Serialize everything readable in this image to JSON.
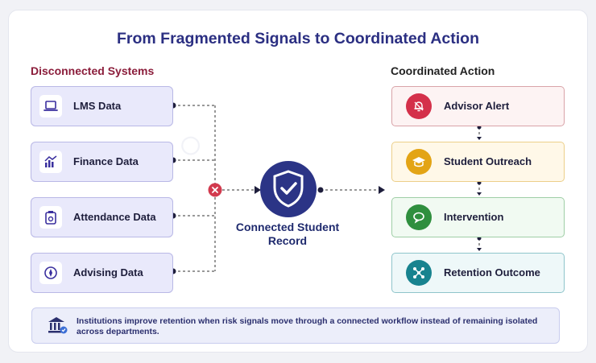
{
  "title": "From Fragmented Signals to Coordinated Action",
  "left_heading": "Disconnected Systems",
  "right_heading": "Coordinated Action",
  "sources": [
    {
      "label": "LMS Data",
      "icon": "laptop-icon"
    },
    {
      "label": "Finance Data",
      "icon": "finance-chart-icon"
    },
    {
      "label": "Attendance Data",
      "icon": "attendance-icon"
    },
    {
      "label": "Advising Data",
      "icon": "advising-compass-icon"
    }
  ],
  "hub": {
    "label_line1": "Connected Student",
    "label_line2": "Record",
    "icon": "shield-check-icon"
  },
  "disconnect_marker": {
    "icon": "x-mark-icon",
    "color": "#d23a4e"
  },
  "actions": [
    {
      "label": "Advisor Alert",
      "icon": "alert-bell-icon",
      "color": "#d4304a",
      "bg": "#fdf3f3",
      "border": "#d9a3a8"
    },
    {
      "label": "Student Outreach",
      "icon": "graduation-cap-icon",
      "color": "#e3a415",
      "bg": "#fff8e8",
      "border": "#eccf8a"
    },
    {
      "label": "Intervention",
      "icon": "chat-bubble-icon",
      "color": "#2f8f3e",
      "bg": "#f1faf2",
      "border": "#9fcea6"
    },
    {
      "label": "Retention Outcome",
      "icon": "network-icon",
      "color": "#18838f",
      "bg": "#eef8f9",
      "border": "#8fc5cb"
    }
  ],
  "footer": {
    "icon": "institution-icon",
    "text": "Institutions improve retention when risk signals move through a connected workflow instead of remaining isolated across departments."
  },
  "colors": {
    "title": "#2b2f82",
    "source_icon": "#3a2f9e",
    "hub": "#2b3486"
  }
}
